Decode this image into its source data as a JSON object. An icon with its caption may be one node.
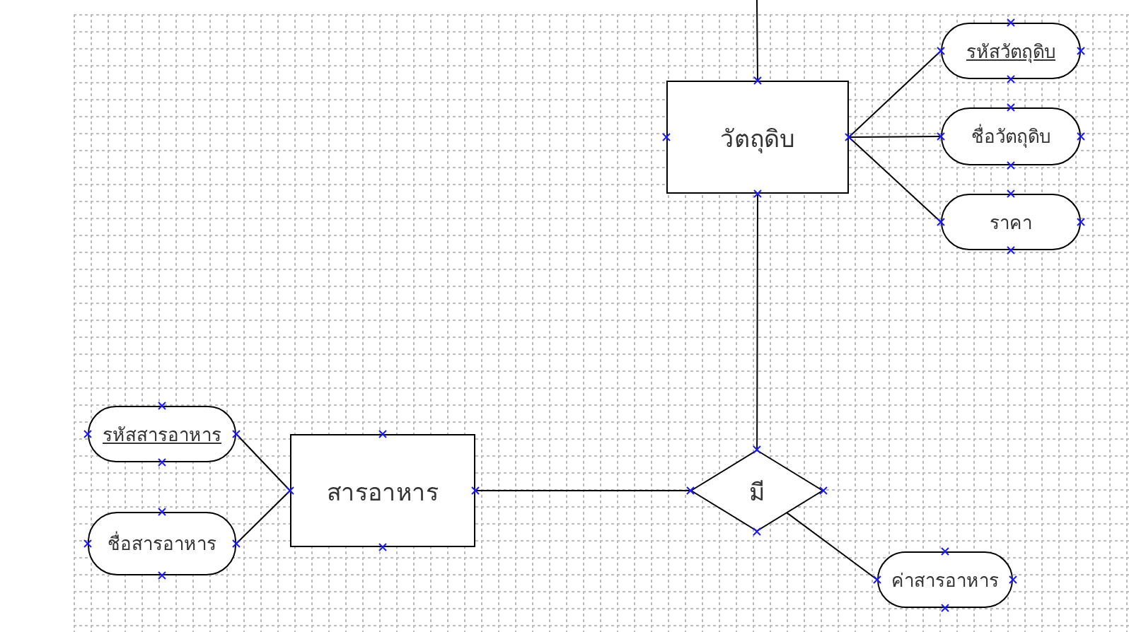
{
  "diagram": {
    "nodes": [
      {
        "text": [
          "วัตถุดิบ"
        ]
      },
      {
        "text": [
          "รหัสวัตถุดิบ"
        ]
      },
      {
        "text": [
          "ชื่อวัตถุดิบ"
        ]
      },
      {
        "text": [
          "ราคา"
        ]
      },
      {
        "text": [
          "รหัสสารอาหาร"
        ]
      },
      {
        "text": [
          "ชื่อสารอาหาร"
        ]
      },
      {
        "text": [
          "สารอาหาร"
        ]
      },
      {
        "text": [
          "มี"
        ]
      },
      {
        "text": [
          "ค่าสารอาหาร"
        ]
      }
    ],
    "edges": [
      {
        "from": null,
        "to": 0,
        "arrow": "none"
      },
      {
        "from": 0,
        "to": 1,
        "arrow": "none"
      },
      {
        "from": 0,
        "to": 2,
        "arrow": "none"
      },
      {
        "from": 0,
        "to": 3,
        "arrow": "none"
      },
      {
        "from": 0,
        "to": 7,
        "arrow": "none"
      },
      {
        "from": 4,
        "to": 6,
        "arrow": "none"
      },
      {
        "from": 5,
        "to": 6,
        "arrow": "none"
      },
      {
        "from": 6,
        "to": 7,
        "arrow": "none"
      },
      {
        "from": 7,
        "to": 8,
        "arrow": "none"
      }
    ]
  }
}
